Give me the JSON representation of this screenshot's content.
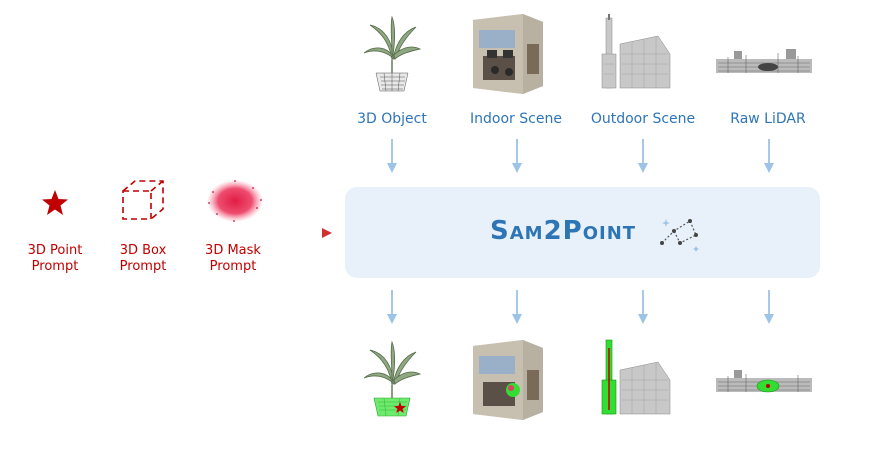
{
  "prompts": {
    "point": {
      "label_line1": "3D Point",
      "label_line2": "Prompt"
    },
    "box": {
      "label_line1": "3D Box",
      "label_line2": "Prompt"
    },
    "mask": {
      "label_line1": "3D Mask",
      "label_line2": "Prompt"
    }
  },
  "inputs": [
    {
      "label": "3D Object"
    },
    {
      "label": "Indoor Scene"
    },
    {
      "label": "Outdoor Scene"
    },
    {
      "label": "Raw LiDAR"
    }
  ],
  "hub": {
    "title": "Sam2Point"
  },
  "colors": {
    "prompt_red": "#c00000",
    "text_blue": "#2e75b6",
    "hub_bg": "#e8f1f9",
    "arrow_blue": "#9dc3e6",
    "segment_green": "#33dd33"
  }
}
